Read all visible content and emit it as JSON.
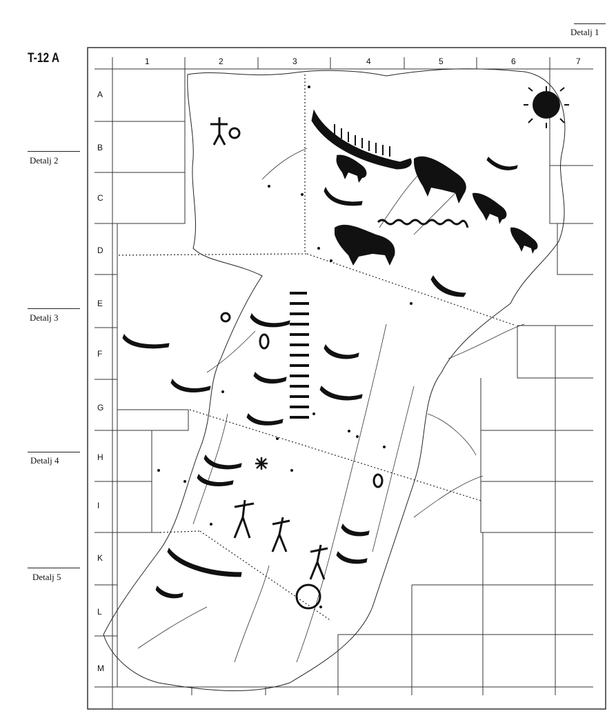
{
  "plate_id": "T-12 A",
  "detail_labels": [
    "Detalj 1",
    "Detalj 2",
    "Detalj 3",
    "Detalj 4",
    "Detalj 5"
  ],
  "columns": [
    "1",
    "2",
    "3",
    "4",
    "5",
    "6",
    "7"
  ],
  "rows": [
    "A",
    "B",
    "C",
    "D",
    "E",
    "F",
    "G",
    "H",
    "I",
    "K",
    "L",
    "M"
  ],
  "colors": {
    "ink": "#111111",
    "paper": "#ffffff",
    "grid": "#333333"
  }
}
